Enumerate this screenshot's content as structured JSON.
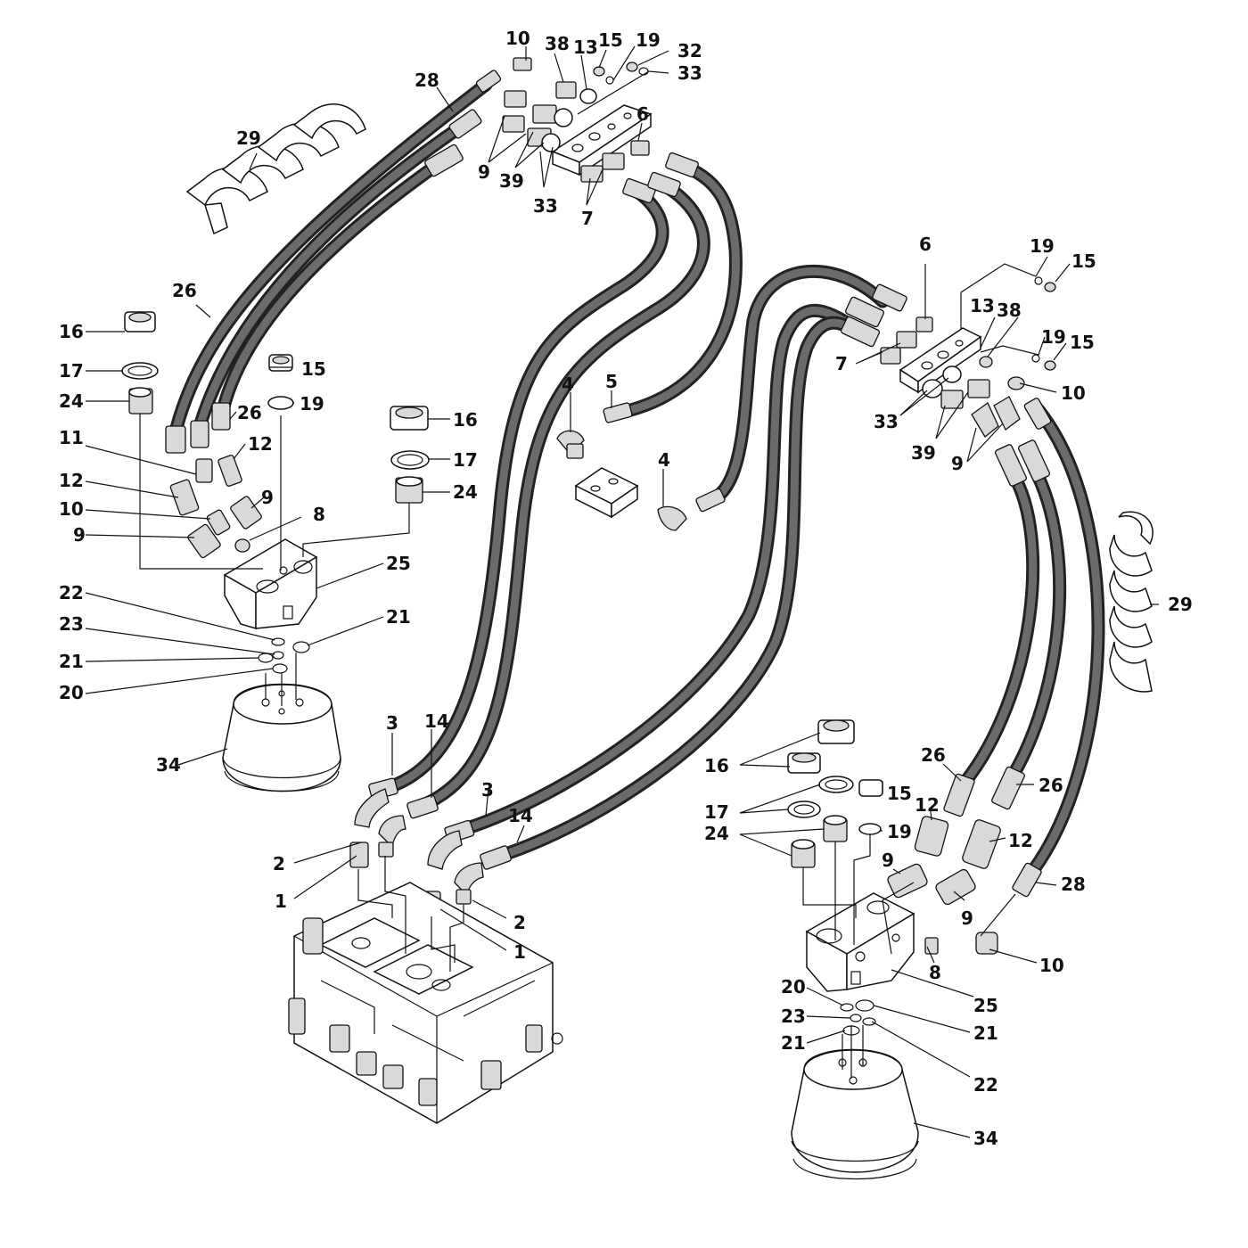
{
  "diagram": {
    "labels": [
      {
        "id": "l10a",
        "text": "10"
      },
      {
        "id": "l38a",
        "text": "38"
      },
      {
        "id": "l13a",
        "text": "13"
      },
      {
        "id": "l15a",
        "text": "15"
      },
      {
        "id": "l19a",
        "text": "19"
      },
      {
        "id": "l32",
        "text": "32"
      },
      {
        "id": "l33a",
        "text": "33"
      },
      {
        "id": "l28a",
        "text": "28"
      },
      {
        "id": "l29a",
        "text": "29"
      },
      {
        "id": "l6a",
        "text": "6"
      },
      {
        "id": "l9a",
        "text": "9"
      },
      {
        "id": "l39a",
        "text": "39"
      },
      {
        "id": "l33b",
        "text": "33"
      },
      {
        "id": "l7a",
        "text": "7"
      },
      {
        "id": "l26a",
        "text": "26"
      },
      {
        "id": "l16a",
        "text": "16"
      },
      {
        "id": "l17a",
        "text": "17"
      },
      {
        "id": "l24a",
        "text": "24"
      },
      {
        "id": "l15b",
        "text": "15"
      },
      {
        "id": "l19b",
        "text": "19"
      },
      {
        "id": "l26b",
        "text": "26"
      },
      {
        "id": "l11",
        "text": "11"
      },
      {
        "id": "l12a",
        "text": "12"
      },
      {
        "id": "l12b",
        "text": "12"
      },
      {
        "id": "l10b",
        "text": "10"
      },
      {
        "id": "l9b",
        "text": "9"
      },
      {
        "id": "l9c",
        "text": "9"
      },
      {
        "id": "l8a",
        "text": "8"
      },
      {
        "id": "l16b",
        "text": "16"
      },
      {
        "id": "l17b",
        "text": "17"
      },
      {
        "id": "l24b",
        "text": "24"
      },
      {
        "id": "l25a",
        "text": "25"
      },
      {
        "id": "l22a",
        "text": "22"
      },
      {
        "id": "l23a",
        "text": "23"
      },
      {
        "id": "l21a",
        "text": "21"
      },
      {
        "id": "l21b",
        "text": "21"
      },
      {
        "id": "l20a",
        "text": "20"
      },
      {
        "id": "l34a",
        "text": "34"
      },
      {
        "id": "l4a",
        "text": "4"
      },
      {
        "id": "l5",
        "text": "5"
      },
      {
        "id": "l4b",
        "text": "4"
      },
      {
        "id": "l3a",
        "text": "3"
      },
      {
        "id": "l14a",
        "text": "14"
      },
      {
        "id": "l2a",
        "text": "2"
      },
      {
        "id": "l1a",
        "text": "1"
      },
      {
        "id": "l3b",
        "text": "3"
      },
      {
        "id": "l14b",
        "text": "14"
      },
      {
        "id": "l2b",
        "text": "2"
      },
      {
        "id": "l1b",
        "text": "1"
      },
      {
        "id": "l6b",
        "text": "6"
      },
      {
        "id": "l19c",
        "text": "19"
      },
      {
        "id": "l15c",
        "text": "15"
      },
      {
        "id": "l13b",
        "text": "13"
      },
      {
        "id": "l38b",
        "text": "38"
      },
      {
        "id": "l7b",
        "text": "7"
      },
      {
        "id": "l19d",
        "text": "19"
      },
      {
        "id": "l15d",
        "text": "15"
      },
      {
        "id": "l10c",
        "text": "10"
      },
      {
        "id": "l33c",
        "text": "33"
      },
      {
        "id": "l39b",
        "text": "39"
      },
      {
        "id": "l9d",
        "text": "9"
      },
      {
        "id": "l29b",
        "text": "29"
      },
      {
        "id": "l16c",
        "text": "16"
      },
      {
        "id": "l17c",
        "text": "17"
      },
      {
        "id": "l24c",
        "text": "24"
      },
      {
        "id": "l15e",
        "text": "15"
      },
      {
        "id": "l19e",
        "text": "19"
      },
      {
        "id": "l26c",
        "text": "26"
      },
      {
        "id": "l26d",
        "text": "26"
      },
      {
        "id": "l12c",
        "text": "12"
      },
      {
        "id": "l12d",
        "text": "12"
      },
      {
        "id": "l28b",
        "text": "28"
      },
      {
        "id": "l9e",
        "text": "9"
      },
      {
        "id": "l9f",
        "text": "9"
      },
      {
        "id": "l10d",
        "text": "10"
      },
      {
        "id": "l8b",
        "text": "8"
      },
      {
        "id": "l20b",
        "text": "20"
      },
      {
        "id": "l25b",
        "text": "25"
      },
      {
        "id": "l23b",
        "text": "23"
      },
      {
        "id": "l21c",
        "text": "21"
      },
      {
        "id": "l21d",
        "text": "21"
      },
      {
        "id": "l22b",
        "text": "22"
      },
      {
        "id": "l34b",
        "text": "34"
      }
    ]
  }
}
